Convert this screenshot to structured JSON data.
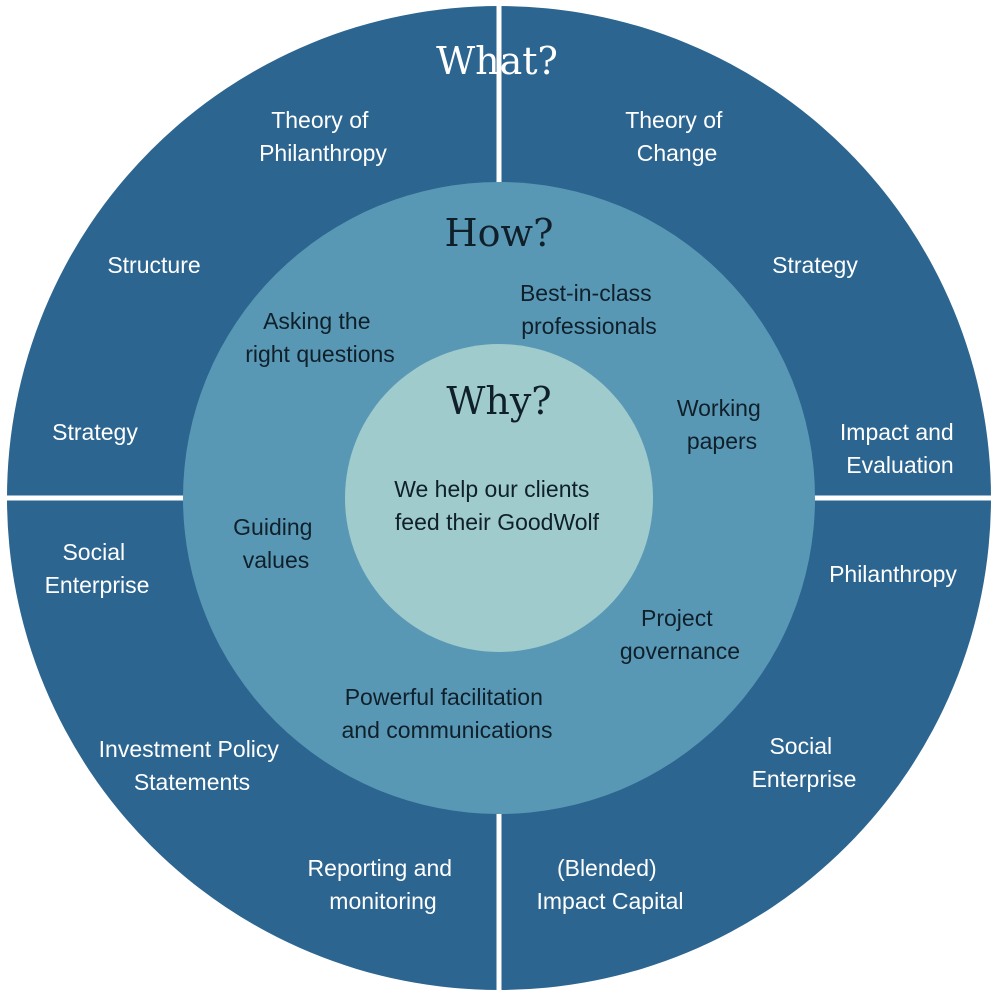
{
  "colors": {
    "outer_ring": "#2c6590",
    "middle_ring": "#5998b5",
    "core": "#9fcbcd",
    "divider": "#ffffff",
    "text_light": "#ffffff",
    "text_dark": "#10202b"
  },
  "what": {
    "heading": "What?",
    "items": {
      "theory_of_philanthropy": [
        "Theory of",
        "Philanthropy"
      ],
      "theory_of_change": [
        "Theory of",
        "Change"
      ],
      "structure": [
        "Structure"
      ],
      "strategy_right": [
        "Strategy"
      ],
      "strategy_left": [
        "Strategy"
      ],
      "impact_and_evaluation": [
        "Impact and",
        "Evaluation"
      ],
      "social_enterprise_left": [
        "Social",
        "Enterprise"
      ],
      "philanthropy": [
        "Philanthropy"
      ],
      "investment_policy": [
        "Investment Policy",
        "Statements"
      ],
      "social_enterprise_right": [
        "Social",
        "Enterprise"
      ],
      "reporting": [
        "Reporting and",
        "monitoring"
      ],
      "impact_capital": [
        "(Blended)",
        "Impact Capital"
      ]
    }
  },
  "how": {
    "heading": "How?",
    "items": {
      "best_in_class": [
        "Best-in-class",
        "professionals"
      ],
      "asking_questions": [
        "Asking the",
        "right questions"
      ],
      "working_papers": [
        "Working",
        "papers"
      ],
      "guiding_values": [
        "Guiding",
        "values"
      ],
      "project_governance": [
        "Project",
        "governance"
      ],
      "facilitation": [
        "Powerful facilitation",
        "and communications"
      ]
    }
  },
  "why": {
    "heading": "Why?",
    "statement": [
      "We help our clients",
      "feed their GoodWolf"
    ]
  }
}
